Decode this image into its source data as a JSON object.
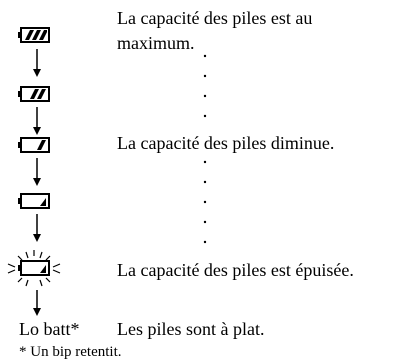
{
  "levels": {
    "full": "La capacité des piles est au",
    "full_line2": "maximum.",
    "medium": "La capacité des piles diminue.",
    "low": "La capacité des piles est épuisée.",
    "empty_indicator": "Lo batt*",
    "empty": "Les piles sont à plat."
  },
  "footnote": "* Un bip retentit.",
  "icons": {
    "battery_full": "battery-3-bars",
    "battery_two": "battery-2-bars",
    "battery_one": "battery-1-bar",
    "battery_low": "battery-low",
    "battery_blinking": "battery-blinking",
    "arrow": "arrow-down"
  }
}
